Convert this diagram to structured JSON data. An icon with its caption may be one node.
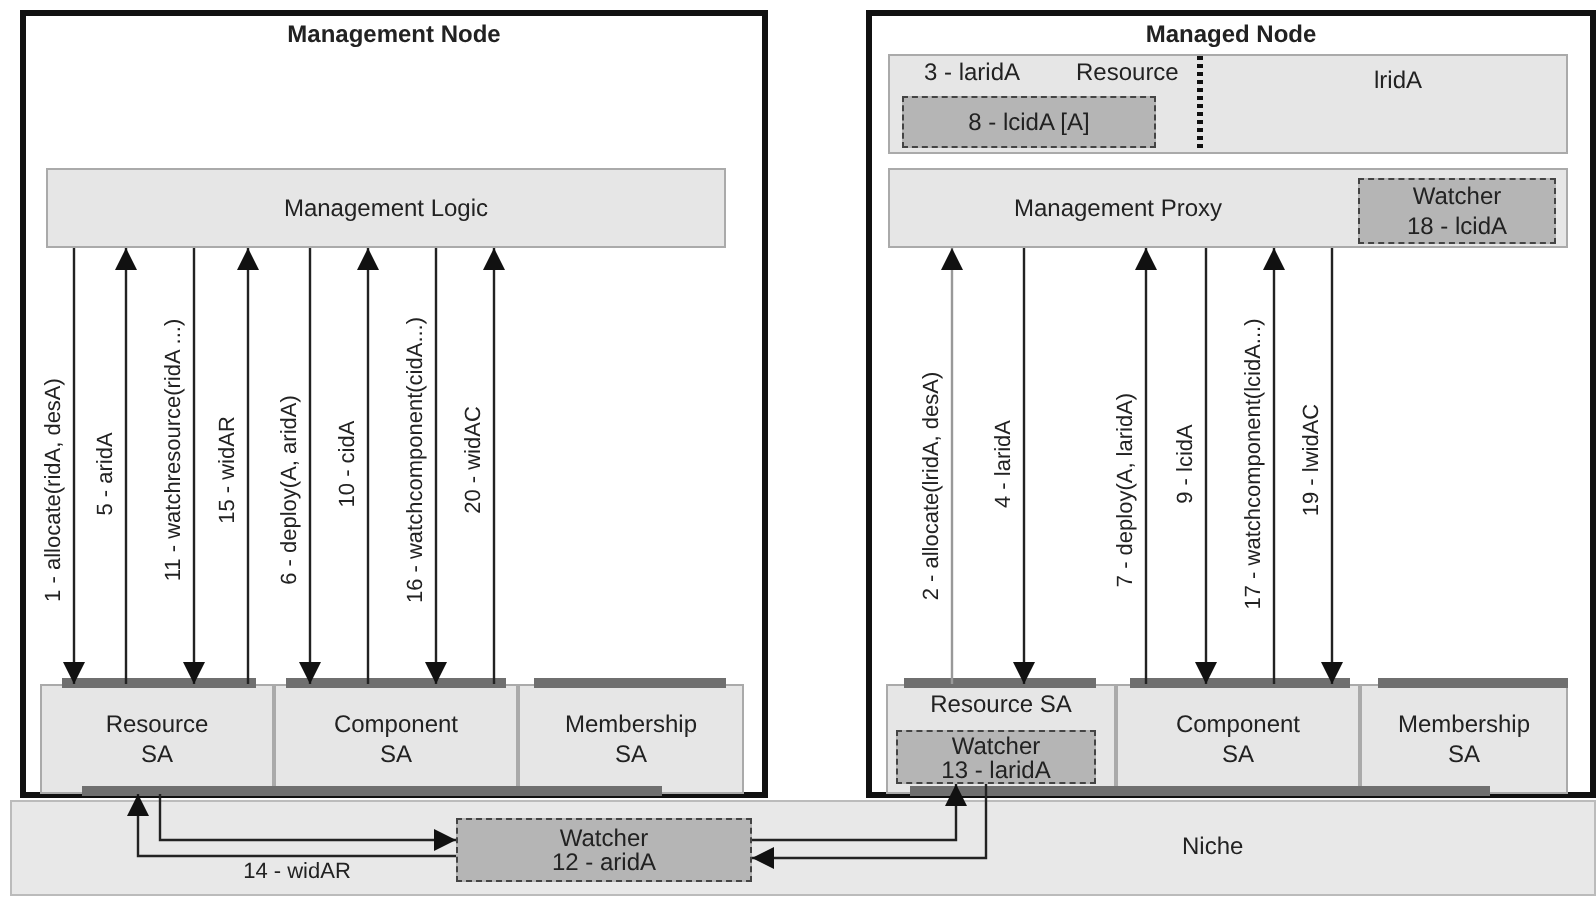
{
  "diagram": {
    "nodes": [
      {
        "text": [
          "Management Node"
        ]
      },
      {
        "text": [
          "Management Logic"
        ],
        "in": 0
      },
      {
        "text": [
          "Resource SA"
        ],
        "in": 0
      },
      {
        "text": [
          "Component SA"
        ],
        "in": 0
      },
      {
        "text": [
          "Membership SA"
        ],
        "in": 0
      },
      {
        "text": [
          "Managed Node"
        ]
      },
      {
        "text": [
          "3 - laridA",
          "Resource",
          "lridA"
        ],
        "in": 5
      },
      {
        "text": [
          "8 - lcidA  [A]"
        ],
        "in": 6
      },
      {
        "text": [
          "Management Proxy"
        ],
        "in": 5
      },
      {
        "text": [
          "Watcher",
          "18 - lcidA"
        ],
        "in": 8
      },
      {
        "text": [
          "Resource SA"
        ],
        "in": 5
      },
      {
        "text": [
          "Watcher",
          "13 - laridA"
        ],
        "in": 10
      },
      {
        "text": [
          "Component SA"
        ],
        "in": 5
      },
      {
        "text": [
          "Membership SA"
        ],
        "in": 5
      },
      {
        "text": [
          "Niche"
        ]
      },
      {
        "text": [
          "Watcher",
          "12 - aridA"
        ],
        "in": 14
      }
    ],
    "edges": [
      {
        "from": 1,
        "to": 2,
        "arrow": "to",
        "label": "1 - allocate(ridA, desA)"
      },
      {
        "from": 2,
        "to": 1,
        "arrow": "to",
        "label": "5 - aridA"
      },
      {
        "from": 1,
        "to": 2,
        "arrow": "to",
        "label": "11 - watchresource(ridA ...)"
      },
      {
        "from": 2,
        "to": 1,
        "arrow": "to",
        "label": "15 - widAR"
      },
      {
        "from": 1,
        "to": 3,
        "arrow": "to",
        "label": "6 - deploy(A, aridA)"
      },
      {
        "from": 3,
        "to": 1,
        "arrow": "to",
        "label": "10 - cidA"
      },
      {
        "from": 1,
        "to": 3,
        "arrow": "to",
        "label": "16 - watchcomponent(cidA...)"
      },
      {
        "from": 3,
        "to": 1,
        "arrow": "to",
        "label": "20 - widAC"
      },
      {
        "from": 10,
        "to": 8,
        "arrow": "to",
        "label": "2 - allocate(lridA, desA)",
        "color": "#999999"
      },
      {
        "from": 8,
        "to": 10,
        "arrow": "to",
        "label": "4 - laridA"
      },
      {
        "from": 12,
        "to": 8,
        "arrow": "to",
        "label": "7 - deploy(A, laridA)"
      },
      {
        "from": 8,
        "to": 12,
        "arrow": "to",
        "label": "9 - lcidA"
      },
      {
        "from": 12,
        "to": 8,
        "arrow": "to",
        "label": "17 - watchcomponent(lcidA...)"
      },
      {
        "from": 8,
        "to": 12,
        "arrow": "to",
        "label": "19 - lwidAC"
      },
      {
        "from": 2,
        "to": 15,
        "arrow": "to"
      },
      {
        "from": 15,
        "to": 2,
        "arrow": "to",
        "label": "14 - widAR"
      },
      {
        "from": 15,
        "to": 11,
        "arrow": "to"
      },
      {
        "from": 11,
        "to": 15,
        "arrow": "to"
      }
    ]
  }
}
